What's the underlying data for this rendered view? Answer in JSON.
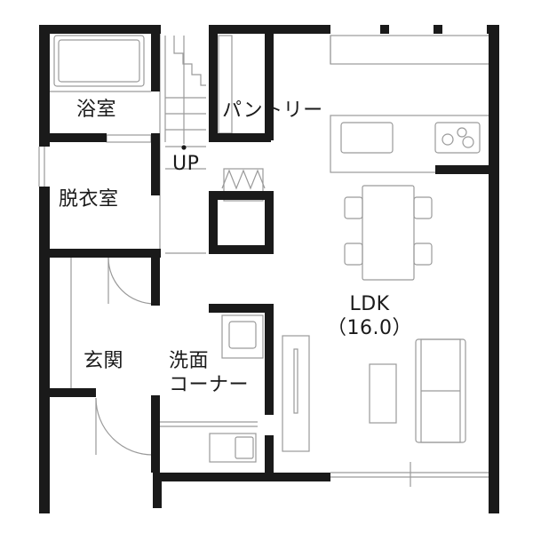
{
  "rooms": {
    "bath": "浴室",
    "dressing": "脱衣室",
    "entrance": "玄関",
    "washroom_line1": "洗面",
    "washroom_line2": "コーナー",
    "pantry": "パントリー",
    "ldk": "LDK",
    "ldk_size": "（16.0）"
  },
  "stairs": {
    "label": "UP"
  },
  "colors": {
    "wall": "#1a1a1a",
    "line": "#8c8c8c",
    "fixture": "#9a9a9a"
  }
}
